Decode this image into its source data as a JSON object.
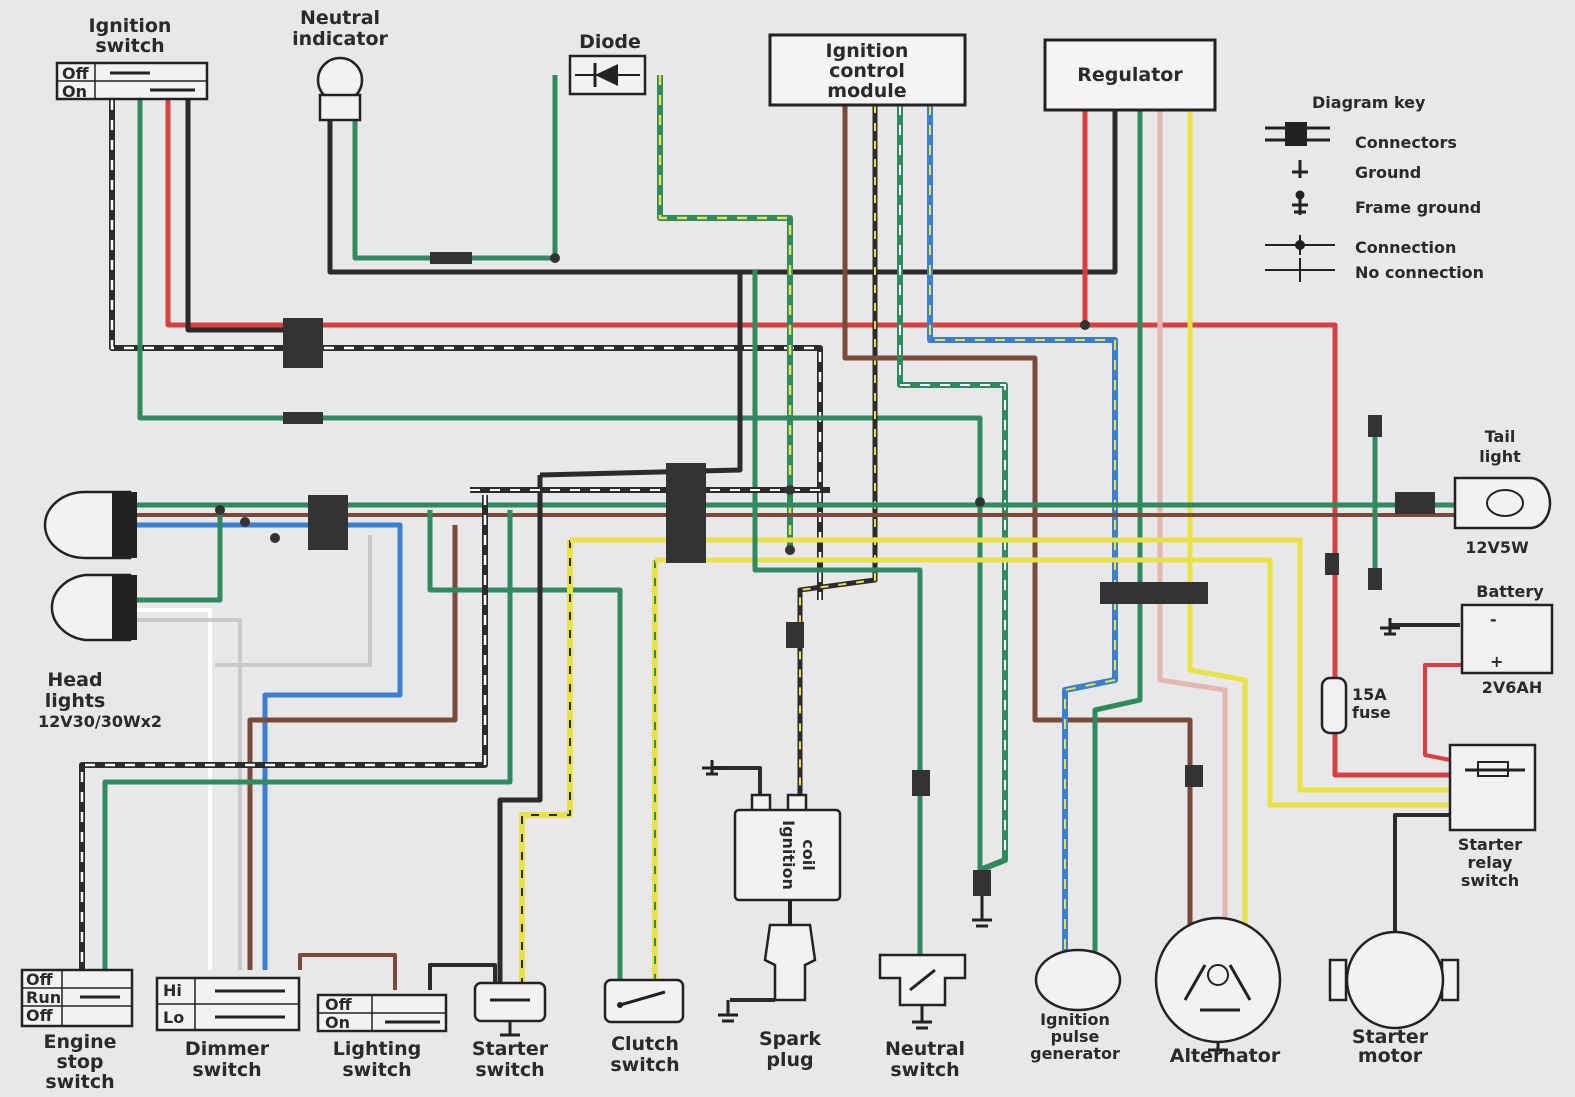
{
  "components": {
    "ignition_switch": {
      "name": "Ignition switch",
      "rows": [
        "Off",
        "On"
      ]
    },
    "neutral_indicator": {
      "name": "Neutral indicator"
    },
    "diode": {
      "name": "Diode"
    },
    "ignition_control_module": {
      "name": "Ignition control module"
    },
    "regulator": {
      "name": "Regulator"
    },
    "head_lights": {
      "name": "Head lights",
      "rating": "12V30/30Wx2"
    },
    "tail_light": {
      "name": "Tail light",
      "rating": "12V5W"
    },
    "battery": {
      "name": "Battery",
      "rating": "2V6AH",
      "minus": "-",
      "plus": "+"
    },
    "fuse": {
      "name": "15A fuse"
    },
    "starter_relay_switch": {
      "name": "Starter relay switch"
    },
    "ignition_coil": {
      "name": "Ignition coil"
    },
    "spark_plug": {
      "name": "Spark plug"
    },
    "engine_stop_switch": {
      "name": "Engine stop switch",
      "rows": [
        "Off",
        "Run",
        "Off"
      ]
    },
    "dimmer_switch": {
      "name": "Dimmer switch",
      "rows": [
        "Hi",
        "Lo"
      ]
    },
    "lighting_switch": {
      "name": "Lighting switch",
      "rows": [
        "Off",
        "On"
      ]
    },
    "starter_switch": {
      "name": "Starter switch"
    },
    "clutch_switch": {
      "name": "Clutch switch"
    },
    "neutral_switch": {
      "name": "Neutral switch"
    },
    "ignition_pulse_generator": {
      "name": "Ignition pulse generator"
    },
    "alternator": {
      "name": "Alternator"
    },
    "starter_motor": {
      "name": "Starter motor"
    }
  },
  "key": {
    "title": "Diagram key",
    "items": [
      "Connectors",
      "Ground",
      "Frame ground",
      "Connection",
      "No connection"
    ]
  },
  "wire_colors": {
    "black": "#2b2b2b",
    "red": "#d8403f",
    "green": "#2f8a5e",
    "blue": "#3b7fd0",
    "yellow": "#e8e245",
    "pink": "#e2b7b0",
    "brown": "#7a4a3a",
    "white": "#ffffff",
    "grey": "#c9c9c9"
  }
}
